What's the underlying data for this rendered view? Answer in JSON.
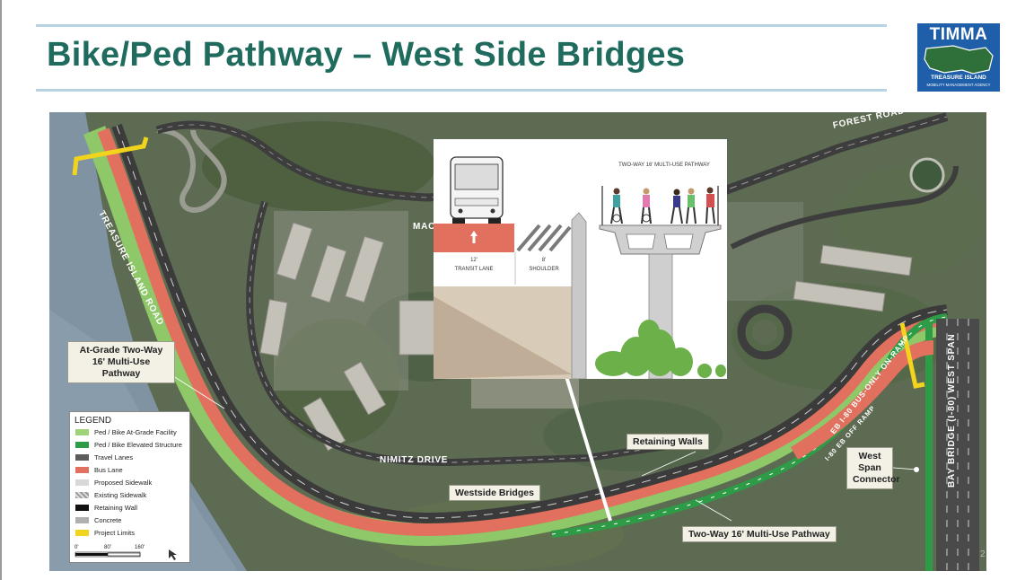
{
  "slide": {
    "title": "Bike/Ped Pathway – West Side Bridges",
    "page_number": "2"
  },
  "logo": {
    "name": "TIMMA",
    "subtitle": "TREASURE ISLAND",
    "tagline": "MOBILITY MANAGEMENT AGENCY"
  },
  "map": {
    "labels": {
      "at_grade": "At-Grade Two-Way 16' Multi-Use Pathway",
      "retaining_walls": "Retaining Walls",
      "westside_bridges": "Westside Bridges",
      "two_way_pathway": "Two-Way 16' Multi-Use Pathway",
      "west_span_connector": "West Span Connector"
    },
    "roads": {
      "treasure_island_road": "TREASURE ISLAND ROAD",
      "forest_road": "FOREST ROAD",
      "nimitz_drive": "NIMITZ DRIVE",
      "macalla": "MACA",
      "bay_bridge": "BAY BRIDGE (I-80) WEST SPAN",
      "eb_bus_ramp": "EB I-80 BUS-ONLY ON-RAMP",
      "eb_off_ramp": "I-80 EB OFF RAMP"
    },
    "colors": {
      "at_grade": "#8ec869",
      "elevated": "#2e9b46",
      "travel": "#5a5a5a",
      "bus": "#e2705e",
      "project_limits": "#f2d41c"
    }
  },
  "legend": {
    "title": "LEGEND",
    "items": [
      {
        "label": "Ped / Bike At-Grade Facility",
        "color": "#9fd37a"
      },
      {
        "label": "Ped / Bike Elevated Structure",
        "color": "#2e9b46"
      },
      {
        "label": "Travel Lanes",
        "color": "#5c5c5c"
      },
      {
        "label": "Bus Lane",
        "color": "#e2705e"
      },
      {
        "label": "Proposed Sidewalk",
        "color": "#d8d8d8"
      },
      {
        "label": "Existing Sidewalk",
        "color": "#9a9a9a"
      },
      {
        "label": "Retaining Wall",
        "color": "#111111"
      },
      {
        "label": "Concrete",
        "color": "#b0b0b0"
      },
      {
        "label": "Project Limits",
        "color": "#f2d41c"
      }
    ],
    "scale": [
      "0'",
      "80'",
      "160'"
    ]
  },
  "cross_section": {
    "pathway_title": "TWO-WAY 16' MULTI-USE PATHWAY",
    "lane_width": "12'",
    "lane_label": "TRANSIT LANE",
    "shoulder_width": "8'",
    "shoulder_label": "SHOULDER"
  }
}
